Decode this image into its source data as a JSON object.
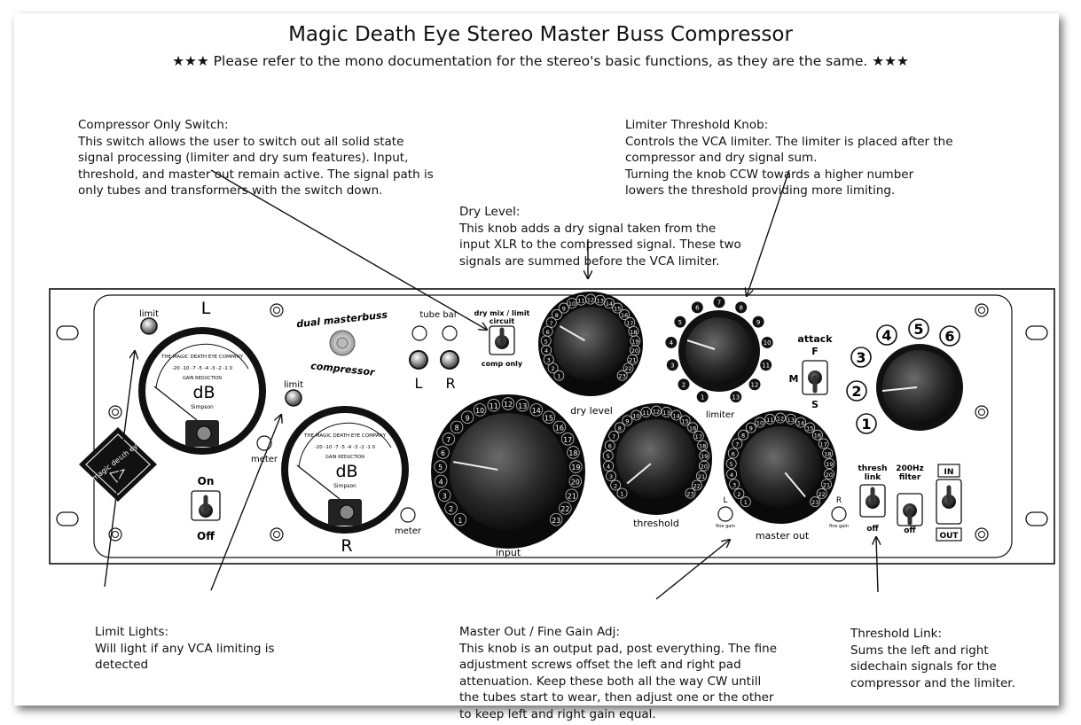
{
  "title": "Magic Death Eye Stereo Master Buss Compressor",
  "subtitle": "★★★ Please refer to the mono documentation for the stereo's basic functions, as they are the same. ★★★",
  "annotations": {
    "compressor_only": {
      "heading": "Compressor Only Switch:",
      "lines": [
        "This switch allows the user to switch out all solid state",
        "signal processing (limiter and dry sum features). Input,",
        "threshold, and master out remain active. The signal path is",
        "only tubes and transformers with the switch down."
      ]
    },
    "limiter_threshold": {
      "heading": "Limiter Threshold Knob:",
      "lines": [
        "Controls the VCA limiter. The limiter is placed after the",
        "compressor and dry signal sum.",
        "Turning the knob CCW towards a higher number",
        "lowers the threshold providing more limiting."
      ]
    },
    "dry_level": {
      "heading": "Dry Level:",
      "lines": [
        "This knob adds a dry signal taken from the",
        "input XLR to the compressed signal. These two",
        "signals are summed before the VCA limiter."
      ]
    },
    "limit_lights": {
      "heading": "Limit Lights:",
      "lines": [
        "Will light if any VCA limiting is",
        "detected"
      ]
    },
    "master_out": {
      "heading": "Master Out / Fine Gain Adj:",
      "lines": [
        "This knob is an output pad, post everything. The fine",
        "adjustment screws offset the left and right pad",
        "attenuation. Keep these both all the way CW untill",
        "the tubes start to wear, then adjust one or the other",
        "to keep left and right gain equal."
      ]
    },
    "threshold_link": {
      "heading": "Threshold Link:",
      "lines": [
        "Sums the left and right",
        "sidechain signals for the",
        "compressor and the limiter."
      ]
    }
  },
  "panel": {
    "meter_left_channel": "L",
    "meter_right_channel": "R",
    "limit_label_left": "limit",
    "limit_label_right": "limit",
    "meter_label_left": "meter",
    "meter_label_right": "meter",
    "meter_company": "THE MAGIC DEATH EYE COMPANY",
    "meter_scale": [
      "-20",
      "-10",
      "-7",
      "-5",
      "-4",
      "-3",
      "-2",
      "-1",
      "0"
    ],
    "meter_gain_reduction": "GAIN REDUCTION",
    "meter_unit": "dB",
    "meter_maker": "Simpson",
    "logo_top": "dual masterbuss",
    "logo_bottom": "compressor",
    "badge_text": "magic death eye",
    "power_on": "On",
    "power_off": "Off",
    "tube_bal_label": "tube bal",
    "tube_bal_l": "L",
    "tube_bal_r": "R",
    "dry_mix_label_1": "dry mix / limit",
    "dry_mix_label_2": "circuit",
    "comp_only_label": "comp only",
    "dry_level_label": "dry level",
    "limiter_label": "limiter",
    "input_label": "input",
    "threshold_label": "threshold",
    "master_out_label": "master out",
    "fine_gain_l": "L",
    "fine_gain_r": "R",
    "fine_gain_label": "fine gain",
    "attack_label": "attack",
    "attack_f": "F",
    "attack_m": "M",
    "attack_s": "S",
    "ratio_numbers": [
      "1",
      "2",
      "3",
      "4",
      "5",
      "6"
    ],
    "limiter_numbers": [
      "1",
      "2",
      "3",
      "4",
      "5",
      "6",
      "7",
      "8",
      "9",
      "10",
      "11",
      "12",
      "13"
    ],
    "input_numbers": [
      "1",
      "2",
      "3",
      "4",
      "5",
      "6",
      "7",
      "8",
      "9",
      "10",
      "11",
      "12",
      "13",
      "14",
      "15",
      "16",
      "17",
      "18",
      "19",
      "20",
      "21",
      "22",
      "23"
    ],
    "thresh_link_1": "thresh",
    "thresh_link_2": "link",
    "thresh_link_off": "off",
    "filter_1": "200Hz",
    "filter_2": "filter",
    "filter_off": "off",
    "bypass_in": "IN",
    "bypass_out": "OUT"
  }
}
